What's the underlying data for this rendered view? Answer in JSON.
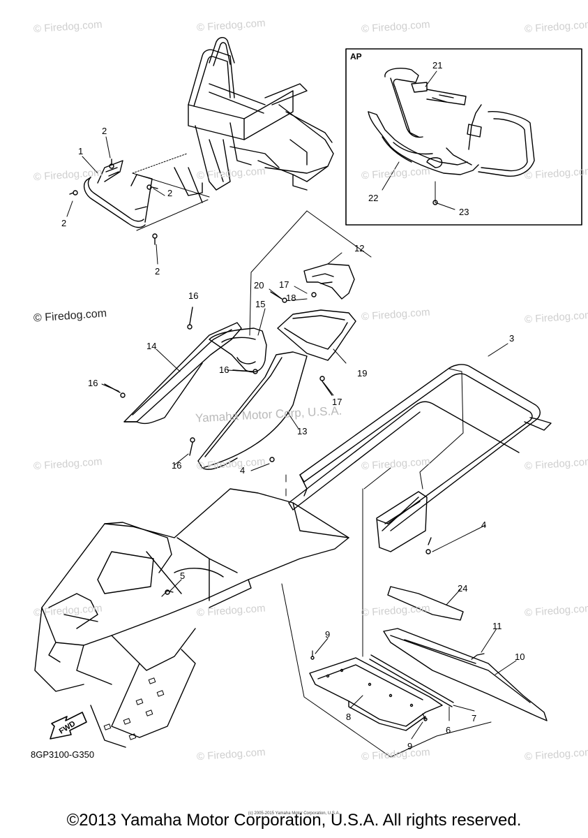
{
  "watermarks": {
    "faint": "© Firedog.com",
    "strong": "© Firedog.com",
    "center": "Yamaha Motor Corp, U.S.A."
  },
  "inset": {
    "label": "AP"
  },
  "callouts": [
    "1",
    "2",
    "2",
    "2",
    "2",
    "3",
    "4",
    "4",
    "5",
    "6",
    "7",
    "8",
    "9",
    "9",
    "10",
    "11",
    "12",
    "13",
    "14",
    "15",
    "16",
    "16",
    "16",
    "17",
    "17",
    "18",
    "19",
    "20",
    "21",
    "22",
    "23",
    "24"
  ],
  "fwd_label": "FWD",
  "part_code": "8GP3100-G350",
  "tiny_copyright": "(c) 2005-2015 Yamaha Motor Corporation, U.S.A.",
  "footer": "©2013 Yamaha Motor Corporation, U.S.A. All rights reserved."
}
